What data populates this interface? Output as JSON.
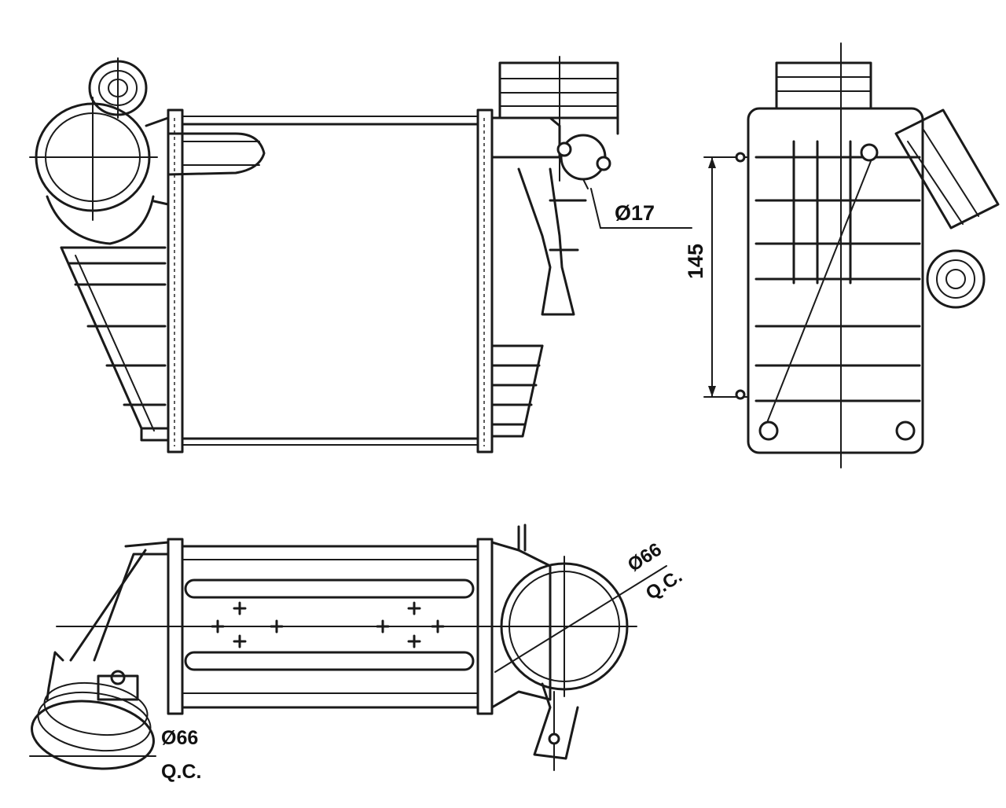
{
  "dimensions": {
    "port_diameter_small": "Ø17",
    "height": "145",
    "outlet_diameter": "Ø66",
    "outlet_connector": "Q.C.",
    "inlet_diameter": "Ø66",
    "inlet_connector": "Q.C."
  },
  "colors": {
    "line": "#1a1a1a",
    "background": "#ffffff"
  }
}
